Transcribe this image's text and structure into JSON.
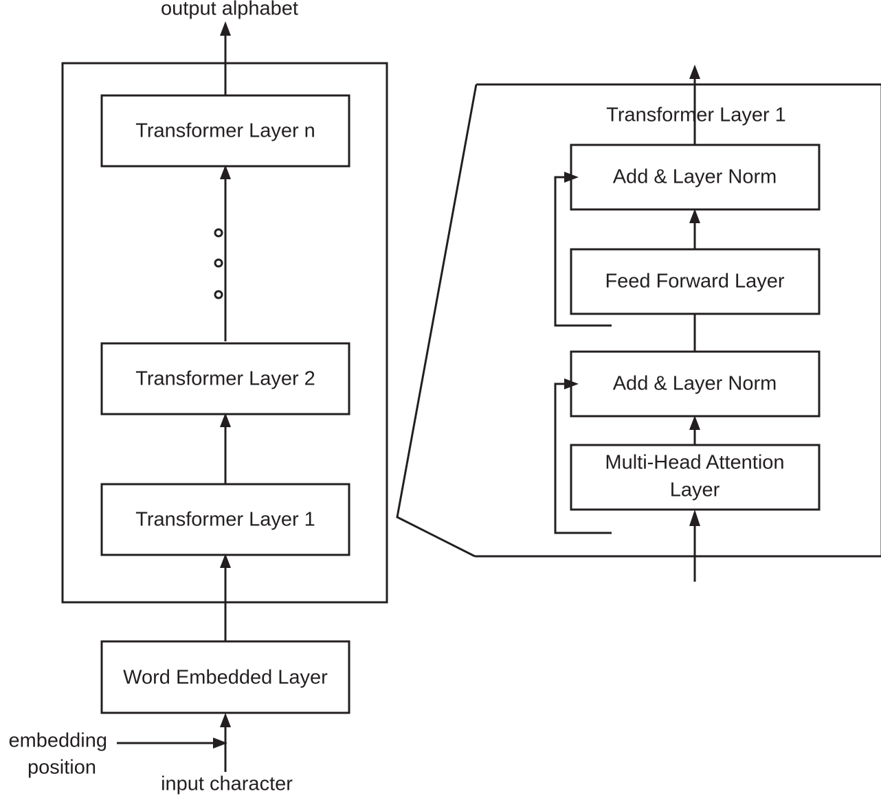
{
  "figure": {
    "type": "diagram",
    "subject": "Character-level Transformer language model architecture",
    "colors": {
      "stroke": "#231f20",
      "background": "#ffffff"
    }
  },
  "left_panel": {
    "name": "transformer-stack",
    "output_label": "output alphabet",
    "stack_boxes": [
      {
        "label": "Transformer Layer n"
      },
      {
        "label": "Transformer Layer 2"
      },
      {
        "label": "Transformer Layer 1"
      }
    ],
    "ellipsis_glyph": "o",
    "ellipsis_count": 3,
    "embedding_box": {
      "label": "Word Embedded Layer"
    },
    "input_label": "input character",
    "position_embedding_label_line1": "embedding",
    "position_embedding_label_line2": "position"
  },
  "right_panel": {
    "name": "transformer-layer-detail",
    "title": "Transformer Layer 1",
    "boxes": [
      {
        "label": "Add & Layer Norm"
      },
      {
        "label": "Feed Forward Layer"
      },
      {
        "label": "Add & Layer Norm"
      },
      {
        "label_line1": "Multi-Head Attention",
        "label_line2": "Layer"
      }
    ]
  }
}
